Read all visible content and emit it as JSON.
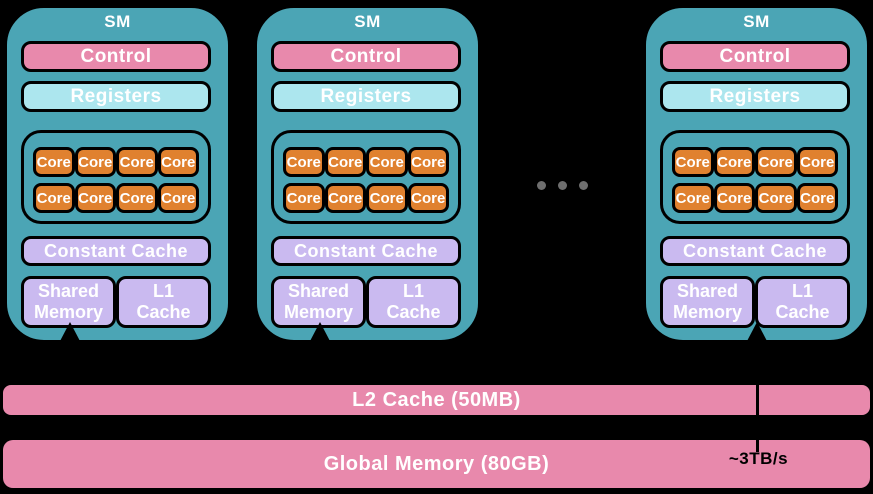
{
  "sm": {
    "title": "SM",
    "control": "Control",
    "registers": "Registers",
    "core": "Core",
    "constant_cache": "Constant Cache",
    "shared_memory": "Shared\nMemory",
    "l1_cache": "L1\nCache",
    "cores_per_sm": 8
  },
  "visible_sm_count": 3,
  "ellipsis_dot_count": 3,
  "memory": {
    "l2_cache": "L2 Cache (50MB)",
    "global_memory": "Global Memory (80GB)",
    "bandwidth": "~3TB/s"
  },
  "colors": {
    "background": "#000000",
    "sm_fill": "#4BA5B5",
    "pink": "#E889AC",
    "registers_fill": "#ACE6EE",
    "core_fill": "#E0812F",
    "cache_fill": "#CABAF0",
    "ellipsis_dot": "#6E6E6E",
    "text": "#FFFFFF",
    "bandwidth_text": "#000000"
  }
}
